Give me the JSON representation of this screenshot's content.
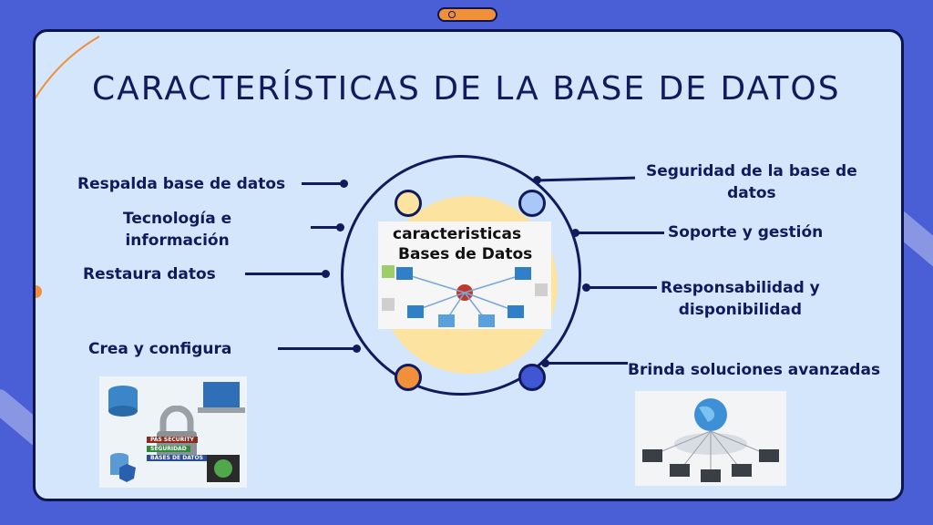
{
  "title": "CARACTERÍSTICAS DE LA BASE DE DATOS",
  "labels": {
    "respalda": "Respalda base de datos",
    "tecnologia": "Tecnología e\ninformación",
    "restaura": "Restaura datos",
    "crea": "Crea y configura",
    "seguridad": "Seguridad de la base de\ndatos",
    "soporte": "Soporte y gestión",
    "responsabilidad": "Responsabilidad y\ndisponibilidad",
    "brinda": "Brinda soluciones avanzadas"
  },
  "center_image": {
    "line1": "caracteristicas",
    "line2": "Bases de Datos"
  },
  "security_image": {
    "tag1": "PAS SECURITY",
    "tag2": "SEGURIDAD",
    "tag3": "BASES DE DATOS"
  },
  "colors": {
    "background": "#4a5fd6",
    "card": "#d4e6fb",
    "navy": "#101a5c",
    "orange": "#f0903a",
    "yellow": "#fde3a0",
    "lightblue": "#a8c8f7",
    "blue": "#3f57d2"
  },
  "icons": [
    "database-icon",
    "lock-icon",
    "network-globe-icon",
    "laptop-icon"
  ]
}
